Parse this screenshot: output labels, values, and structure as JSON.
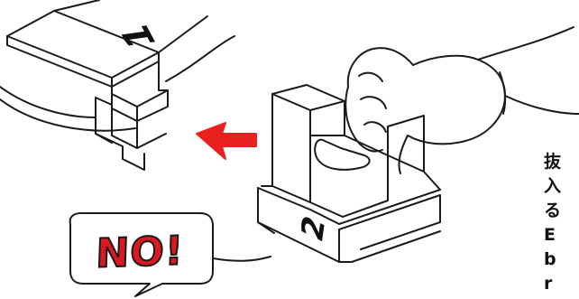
{
  "illustration": {
    "warning_text": "NO!",
    "part_one_label": "1",
    "part_two_label": "2",
    "warning_color": "#d9181f",
    "arrow_color": "#e8201f",
    "outline_color": "#1a1a1a"
  },
  "side_text": {
    "lines": [
      "抜",
      "入",
      "る",
      "E",
      "b",
      "r"
    ]
  }
}
